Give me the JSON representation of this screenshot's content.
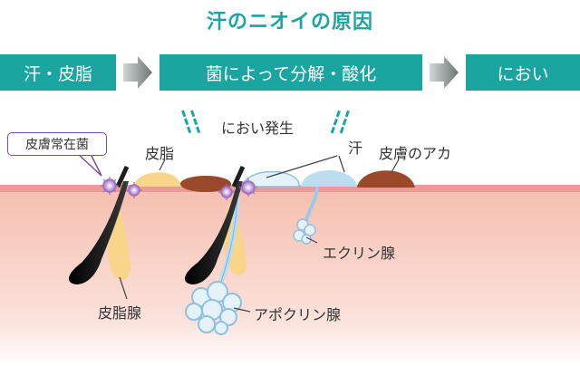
{
  "title": "汗のニオイの原因",
  "flow": {
    "step1": "汗・皮脂",
    "step2": "菌によって分解・酸化",
    "step3": "におい"
  },
  "labels": {
    "bacteria": "皮膚常在菌",
    "sebum": "皮脂",
    "odor": "におい発生",
    "sweat": "汗",
    "skin_grime": "皮膚のアカ",
    "eccrine": "エクリン腺",
    "sebaceous": "皮脂腺",
    "apocrine": "アポクリン腺"
  },
  "colors": {
    "accent": "#1aa5a1",
    "skin": "#f6c4b6",
    "skin_surface": "#ec9a98",
    "sebum": "#f8d589",
    "grime": "#9a4a2a",
    "sweat": "#bcdcf0",
    "bacteria": "#9d6fc4",
    "hair": "#1e1e1e"
  }
}
